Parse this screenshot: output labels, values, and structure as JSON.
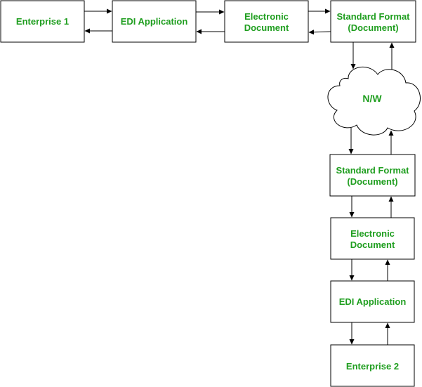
{
  "diagram": {
    "nodes": {
      "enterprise1": {
        "lines": [
          "Enterprise 1"
        ]
      },
      "edi_app_top": {
        "lines": [
          "EDI Application"
        ]
      },
      "electronic_doc_top": {
        "lines": [
          "Electronic",
          "Document"
        ]
      },
      "standard_format_top": {
        "lines": [
          "Standard Format",
          "(Document)"
        ]
      },
      "network": {
        "lines": [
          "N/W"
        ]
      },
      "standard_format_bottom": {
        "lines": [
          "Standard Format",
          "(Document)"
        ]
      },
      "electronic_doc_bottom": {
        "lines": [
          "Electronic",
          "Document"
        ]
      },
      "edi_app_bottom": {
        "lines": [
          "EDI Application"
        ]
      },
      "enterprise2": {
        "lines": [
          "Enterprise 2"
        ]
      }
    },
    "colors": {
      "label": "#1f9e1f",
      "stroke": "#000000",
      "fill": "#ffffff"
    }
  }
}
